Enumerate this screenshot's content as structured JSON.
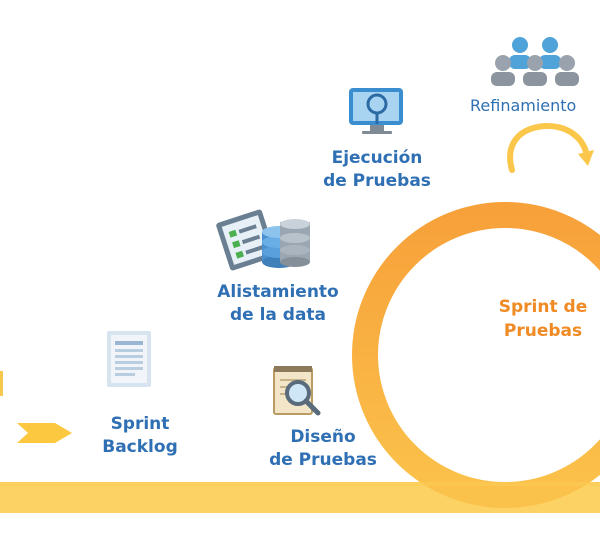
{
  "steps": {
    "refinamiento": {
      "label": "Refinamiento"
    },
    "ejecucion": {
      "line1": "Ejecución",
      "line2": "de Pruebas"
    },
    "alistamiento": {
      "line1": "Alistamiento",
      "line2": "de la data"
    },
    "sprint_backlog": {
      "line1": "Sprint",
      "line2": "Backlog"
    },
    "diseno": {
      "line1": "Diseño",
      "line2": "de Pruebas"
    }
  },
  "sprint": {
    "line1": "Sprint de",
    "line2": "Pruebas"
  },
  "icons": {
    "refinamiento": "team-icon",
    "ejecucion": "monitor-icon",
    "alistamiento": "checklist-database-icon",
    "sprint_backlog": "document-icon",
    "diseno": "notepad-magnifier-icon",
    "flow": "chevron-right-icon"
  },
  "colors": {
    "label_blue": "#2f6fb3",
    "sprint_orange": "#f08a24",
    "ring_orange": "#f9b33f",
    "arrow_yellow": "#fcd35d"
  }
}
